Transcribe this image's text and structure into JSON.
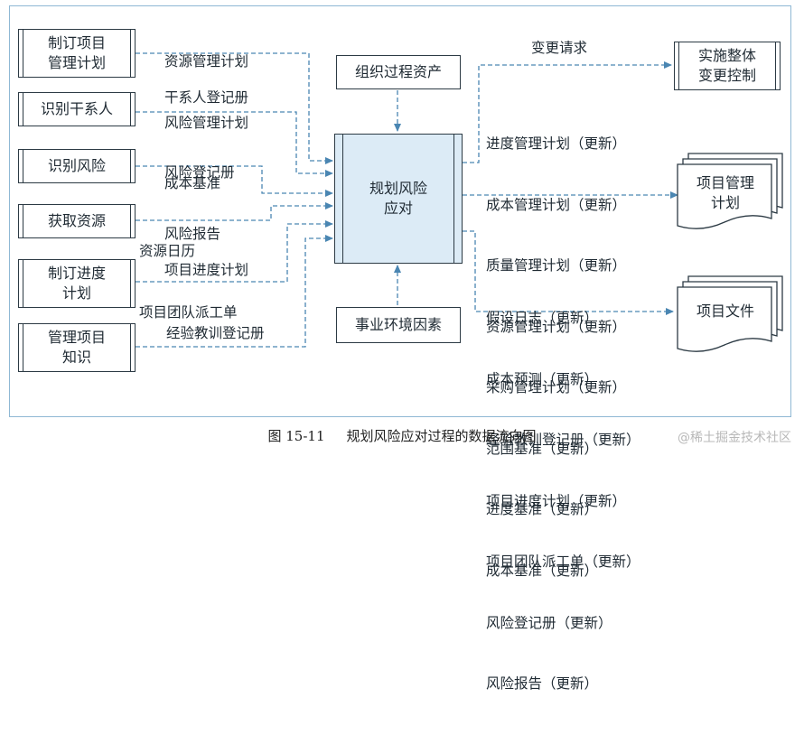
{
  "inputs": {
    "develop_pm_plan": "制订项目\n管理计划",
    "identify_stakeholders": "识别干系人",
    "identify_risks": "识别风险",
    "acquire_resources": "获取资源",
    "develop_schedule": "制订进度\n计划",
    "manage_knowledge": "管理项目\n知识"
  },
  "input_labels": {
    "pm_plan_items": [
      "资源管理计划",
      "风险管理计划",
      "成本基准"
    ],
    "stakeholder_register": "干系人登记册",
    "risk_items": [
      "风险登记册",
      "风险报告"
    ],
    "resource_items": [
      "资源日历",
      "项目团队派工单"
    ],
    "schedule_item": "项目进度计划",
    "lessons_item": "经验教训登记册"
  },
  "top_box": "组织过程资产",
  "bottom_box": "事业环境因素",
  "center_process": "规划风险\n应对",
  "outputs": {
    "change_control": "实施整体\n变更控制",
    "pm_plan": "项目管理\n计划",
    "project_docs": "项目文件"
  },
  "output_labels": {
    "change_request": "变更请求",
    "pm_plan_updates": [
      "进度管理计划（更新）",
      "成本管理计划（更新）",
      "质量管理计划（更新）",
      "资源管理计划（更新）",
      "采购管理计划（更新）",
      "范围基准（更新）",
      "进度基准（更新）",
      "成本基准（更新）"
    ],
    "doc_updates": [
      "假设日志（更新）",
      "成本预测（更新）",
      "经验教训登记册（更新）",
      "项目进度计划（更新）",
      "项目团队派工单（更新）",
      "风险登记册（更新）",
      "风险报告（更新）"
    ]
  },
  "caption": {
    "number": "图 15-11",
    "title": "规划风险应对过程的数据流向图"
  },
  "watermark": "@稀土掘金技术社区",
  "colors": {
    "arrow": "#4a86b2",
    "center_fill": "#dcebf6",
    "frame": "#8fb8d4",
    "box_border": "#2c3a44"
  }
}
